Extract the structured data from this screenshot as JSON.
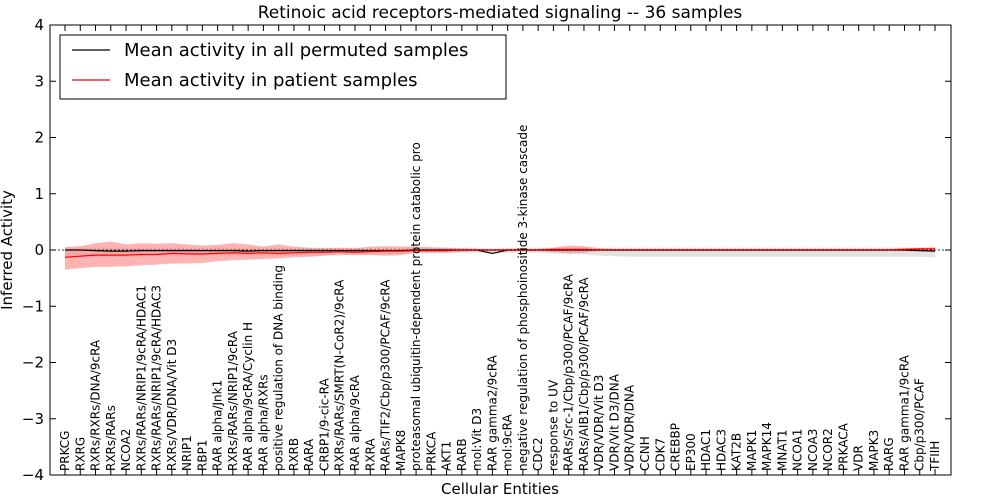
{
  "chart_data": {
    "type": "line",
    "title": "Retinoic acid receptors-mediated signaling -- 36 samples",
    "xlabel": "Cellular Entities",
    "ylabel": "Inferred Activity",
    "ylim": [
      -4,
      4
    ],
    "yticks": [
      "−4",
      "−3",
      "−2",
      "−1",
      "0",
      "1",
      "2",
      "3",
      "4"
    ],
    "grid": false,
    "legend_position": "top-left",
    "colors": {
      "permuted": "#000000",
      "patient": "#ff0000",
      "patient_band": "#ff8080",
      "permuted_band": "#cccccc"
    },
    "categories": [
      "PRKCG",
      "RXRG",
      "RXRs/RXRs/DNA/9cRA",
      "RXRs/RARs",
      "NCOA2",
      "RXRs/RARs/NRIP1/9cRA/HDAC1",
      "RXRs/RARs/NRIP1/9cRA/HDAC3",
      "RXRs/VDR/DNA/Vit D3",
      "NRIP1",
      "RBP1",
      "RAR alpha/Jnk1",
      "RXRs/RARs/NRIP1/9cRA",
      "RAR alpha/9cRA/Cyclin H",
      "RAR alpha/RXRs",
      "positive regulation of DNA binding",
      "RXRB",
      "RARA",
      "CRBP1/9-cic-RA",
      "RXRs/RARs/SMRT(N-CoR2)/9cRA",
      "RAR alpha/9cRA",
      "RXRA",
      "RARs/TIF2/Cbp/p300/PCAF/9cRA",
      "MAPK8",
      "proteasomal ubiquitin-dependent protein catabolic pro",
      "PRKCA",
      "AKT1",
      "RARB",
      "mol:Vit D3",
      "RAR gamma2/9cRA",
      "mol:9cRA",
      "negative regulation of phosphoinositide 3-kinase cascade",
      "CDC2",
      "response to UV",
      "RARs/Src-1/Cbp/p300/PCAF/9cRA",
      "RARs/AIB1/Cbp/p300/PCAF/9cRA",
      "VDR/VDR/Vit D3",
      "VDR/Vit D3/DNA",
      "VDR/VDR/DNA",
      "CCNH",
      "CDK7",
      "CREBBP",
      "EP300",
      "HDAC1",
      "HDAC3",
      "KAT2B",
      "MAPK1",
      "MAPK14",
      "MNAT1",
      "NCOA1",
      "NCOA3",
      "NCOR2",
      "PRKACA",
      "VDR",
      "MAPK3",
      "RARG",
      "RAR gamma1/9cRA",
      "Cbp/p300/PCAF",
      "TFIIH"
    ],
    "series": [
      {
        "name": "Mean activity in all permuted samples",
        "values": [
          0.0,
          0.0,
          -0.01,
          -0.02,
          -0.02,
          -0.01,
          -0.01,
          -0.01,
          -0.01,
          -0.01,
          -0.01,
          -0.01,
          -0.02,
          -0.01,
          -0.01,
          -0.01,
          -0.01,
          -0.01,
          -0.01,
          -0.01,
          -0.01,
          -0.01,
          -0.01,
          0.0,
          0.0,
          0.0,
          0.0,
          0.0,
          -0.06,
          0.0,
          0.0,
          0.0,
          0.0,
          0.0,
          0.0,
          0.0,
          0.0,
          0.0,
          0.0,
          0.0,
          0.0,
          0.0,
          0.0,
          0.0,
          0.0,
          0.0,
          0.0,
          0.0,
          0.0,
          0.0,
          0.0,
          0.0,
          0.0,
          0.0,
          0.0,
          0.0,
          -0.01,
          -0.02
        ],
        "band_low": [
          -0.13,
          -0.1,
          -0.12,
          -0.12,
          -0.12,
          -0.1,
          -0.1,
          -0.1,
          -0.1,
          -0.1,
          -0.1,
          -0.1,
          -0.1,
          -0.1,
          -0.1,
          -0.1,
          -0.1,
          -0.1,
          -0.1,
          -0.08,
          -0.08,
          -0.08,
          -0.07,
          -0.05,
          -0.05,
          -0.05,
          -0.05,
          -0.05,
          -0.07,
          -0.05,
          -0.05,
          -0.05,
          -0.06,
          -0.07,
          -0.08,
          -0.1,
          -0.11,
          -0.12,
          -0.12,
          -0.12,
          -0.12,
          -0.12,
          -0.12,
          -0.12,
          -0.12,
          -0.12,
          -0.12,
          -0.12,
          -0.12,
          -0.12,
          -0.12,
          -0.12,
          -0.12,
          -0.12,
          -0.12,
          -0.12,
          -0.12,
          -0.13
        ],
        "band_high": [
          0.05,
          0.04,
          0.04,
          0.04,
          0.04,
          0.04,
          0.04,
          0.04,
          0.04,
          0.04,
          0.04,
          0.04,
          0.04,
          0.04,
          0.04,
          0.04,
          0.04,
          0.04,
          0.04,
          0.04,
          0.04,
          0.04,
          0.04,
          0.04,
          0.04,
          0.04,
          0.04,
          0.04,
          0.02,
          0.04,
          0.04,
          0.04,
          0.04,
          0.04,
          0.04,
          0.04,
          0.04,
          0.04,
          0.04,
          0.04,
          0.04,
          0.04,
          0.04,
          0.04,
          0.04,
          0.04,
          0.04,
          0.04,
          0.04,
          0.04,
          0.04,
          0.04,
          0.04,
          0.04,
          0.04,
          0.04,
          0.04,
          0.04
        ]
      },
      {
        "name": "Mean activity in patient samples",
        "values": [
          -0.13,
          -0.11,
          -0.09,
          -0.09,
          -0.09,
          -0.08,
          -0.08,
          -0.06,
          -0.07,
          -0.07,
          -0.06,
          -0.05,
          -0.06,
          -0.05,
          -0.06,
          -0.05,
          -0.04,
          -0.04,
          -0.03,
          -0.04,
          -0.03,
          -0.02,
          -0.02,
          -0.01,
          -0.01,
          -0.01,
          0.0,
          0.0,
          0.0,
          0.0,
          0.0,
          0.0,
          0.01,
          0.01,
          0.01,
          0.0,
          0.0,
          0.0,
          0.0,
          0.0,
          0.0,
          0.0,
          0.0,
          0.0,
          0.0,
          0.0,
          0.0,
          0.0,
          0.0,
          0.0,
          0.0,
          0.0,
          0.0,
          0.0,
          0.0,
          0.01,
          0.02,
          0.02
        ],
        "band_low": [
          -0.35,
          -0.32,
          -0.3,
          -0.3,
          -0.29,
          -0.27,
          -0.26,
          -0.24,
          -0.24,
          -0.23,
          -0.2,
          -0.18,
          -0.17,
          -0.16,
          -0.15,
          -0.13,
          -0.12,
          -0.1,
          -0.08,
          -0.09,
          -0.09,
          -0.1,
          -0.09,
          -0.05,
          -0.05,
          -0.05,
          -0.03,
          -0.02,
          -0.02,
          -0.02,
          -0.02,
          -0.02,
          -0.04,
          -0.06,
          -0.05,
          -0.02,
          -0.02,
          -0.02,
          -0.02,
          -0.02,
          -0.02,
          -0.02,
          -0.02,
          -0.02,
          -0.02,
          -0.02,
          -0.02,
          -0.02,
          -0.02,
          -0.02,
          -0.02,
          -0.02,
          -0.02,
          -0.02,
          -0.02,
          -0.02,
          -0.02,
          -0.02
        ],
        "band_high": [
          0.05,
          0.07,
          0.12,
          0.15,
          0.1,
          0.12,
          0.11,
          0.12,
          0.1,
          0.08,
          0.09,
          0.12,
          0.1,
          0.06,
          0.1,
          0.06,
          0.04,
          0.03,
          0.04,
          0.03,
          0.06,
          0.07,
          0.06,
          0.06,
          0.05,
          0.04,
          0.03,
          0.02,
          0.02,
          0.02,
          0.02,
          0.02,
          0.04,
          0.08,
          0.07,
          0.03,
          0.02,
          0.02,
          0.02,
          0.02,
          0.02,
          0.02,
          0.02,
          0.02,
          0.02,
          0.02,
          0.02,
          0.02,
          0.02,
          0.02,
          0.02,
          0.02,
          0.02,
          0.02,
          0.02,
          0.03,
          0.04,
          0.05
        ]
      }
    ]
  }
}
